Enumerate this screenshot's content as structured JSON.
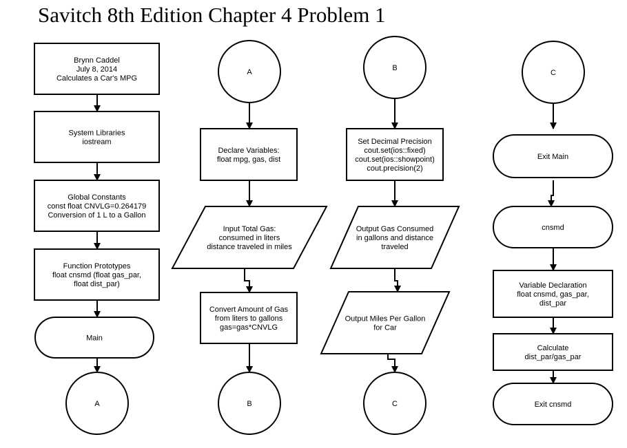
{
  "title": "Savitch  8th Edition Chapter 4 Problem 1",
  "nodes": [
    {
      "id": "header",
      "lines": [
        "Brynn Caddel",
        "July 8, 2014",
        "Calculates a Car's MPG"
      ]
    },
    {
      "id": "system-libraries",
      "lines": [
        "System Libraries",
        "iostream"
      ]
    },
    {
      "id": "global-constants",
      "lines": [
        "Global Constants",
        "const float  CNVLG=0.264179",
        "Conversion of 1 L to a Gallon"
      ]
    },
    {
      "id": "function-prototypes",
      "lines": [
        "Function Prototypes",
        "float cnsmd (float gas_par,",
        "float dist_par)"
      ]
    },
    {
      "id": "main-terminal",
      "lines": [
        "Main"
      ]
    },
    {
      "id": "connector-a-out",
      "lines": [
        "A"
      ]
    },
    {
      "id": "connector-a-in",
      "lines": [
        "A"
      ]
    },
    {
      "id": "declare-variables",
      "lines": [
        "Declare Variables:",
        "float mpg, gas, dist"
      ]
    },
    {
      "id": "input-total-gas",
      "lines": [
        "Input Total Gas:",
        "consumed in liters",
        "distance traveled in miles"
      ]
    },
    {
      "id": "convert-gas",
      "lines": [
        "Convert Amount of Gas",
        "from liters to gallons",
        "gas=gas*CNVLG"
      ]
    },
    {
      "id": "connector-b-out",
      "lines": [
        "B"
      ]
    },
    {
      "id": "connector-b-in",
      "lines": [
        "B"
      ]
    },
    {
      "id": "set-precision",
      "lines": [
        "Set Decimal Precision",
        "cout.set(ios::fixed)",
        "cout.set(ios::showpoint)",
        "cout.precision(2)"
      ]
    },
    {
      "id": "output-gas-consumed",
      "lines": [
        "Output Gas Consumed",
        "in gallons and distance",
        "traveled"
      ]
    },
    {
      "id": "output-mpg",
      "lines": [
        "Output Miles Per Gallon",
        "for Car"
      ]
    },
    {
      "id": "connector-c-out",
      "lines": [
        "C"
      ]
    },
    {
      "id": "connector-c-in",
      "lines": [
        "C"
      ]
    },
    {
      "id": "exit-main",
      "lines": [
        "Exit Main"
      ]
    },
    {
      "id": "cnsmd-terminal",
      "lines": [
        "cnsmd"
      ]
    },
    {
      "id": "variable-declaration",
      "lines": [
        "Variable Declaration",
        "float cnsmd, gas_par,",
        "dist_par"
      ]
    },
    {
      "id": "calculate",
      "lines": [
        "Calculate",
        "dist_par/gas_par"
      ]
    },
    {
      "id": "exit-cnsmd",
      "lines": [
        "Exit cnsmd"
      ]
    }
  ]
}
